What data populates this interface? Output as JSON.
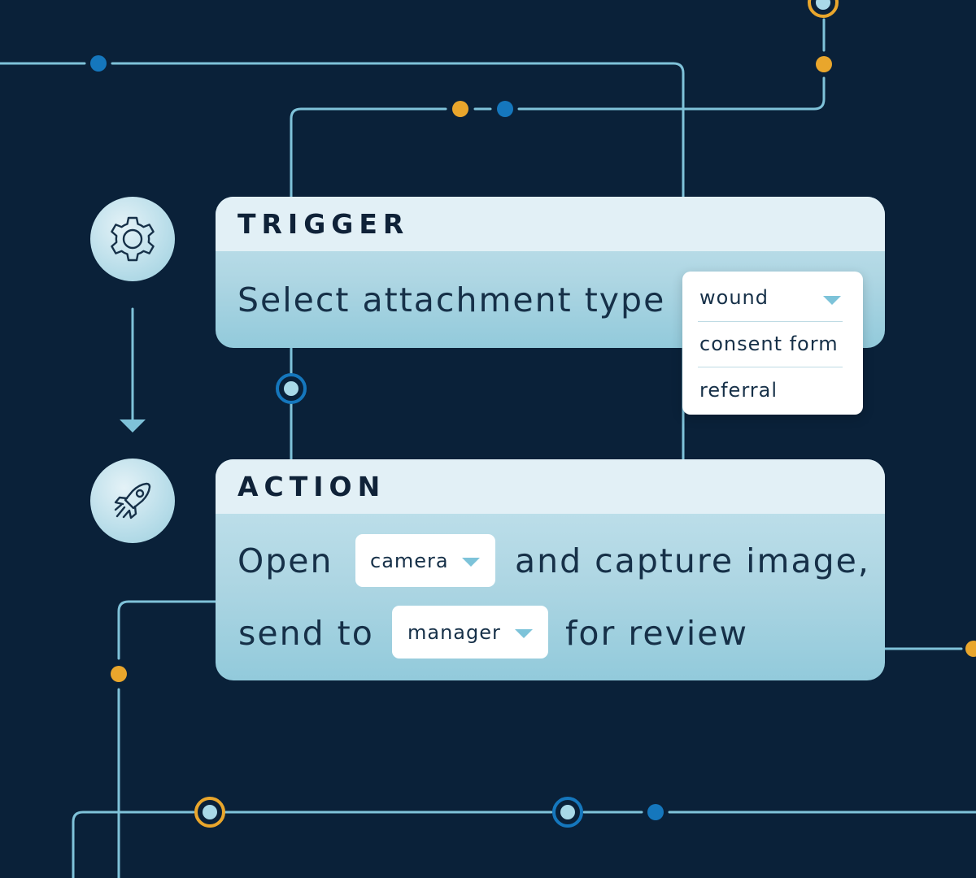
{
  "colors": {
    "background": "#0a2139",
    "wire": "#7fc2d9",
    "node_orange": "#e9a62c",
    "node_blue": "#1577bd",
    "card_header": "#e2f0f6",
    "card_body": "#aed6e3",
    "text_dark": "#163048"
  },
  "icons": {
    "trigger": "gear-icon",
    "action": "rocket-icon",
    "flow_arrow": "arrow-down-icon"
  },
  "trigger": {
    "title": "TRIGGER",
    "sentence": "Select attachment type",
    "dropdown": {
      "selected": "wound",
      "options": [
        "consent form",
        "referral"
      ]
    }
  },
  "action": {
    "title": "ACTION",
    "part1": "Open",
    "device_dropdown": "camera",
    "part2": "and capture image,",
    "part3": "send to",
    "recipient_dropdown": "manager",
    "part4": "for review"
  }
}
